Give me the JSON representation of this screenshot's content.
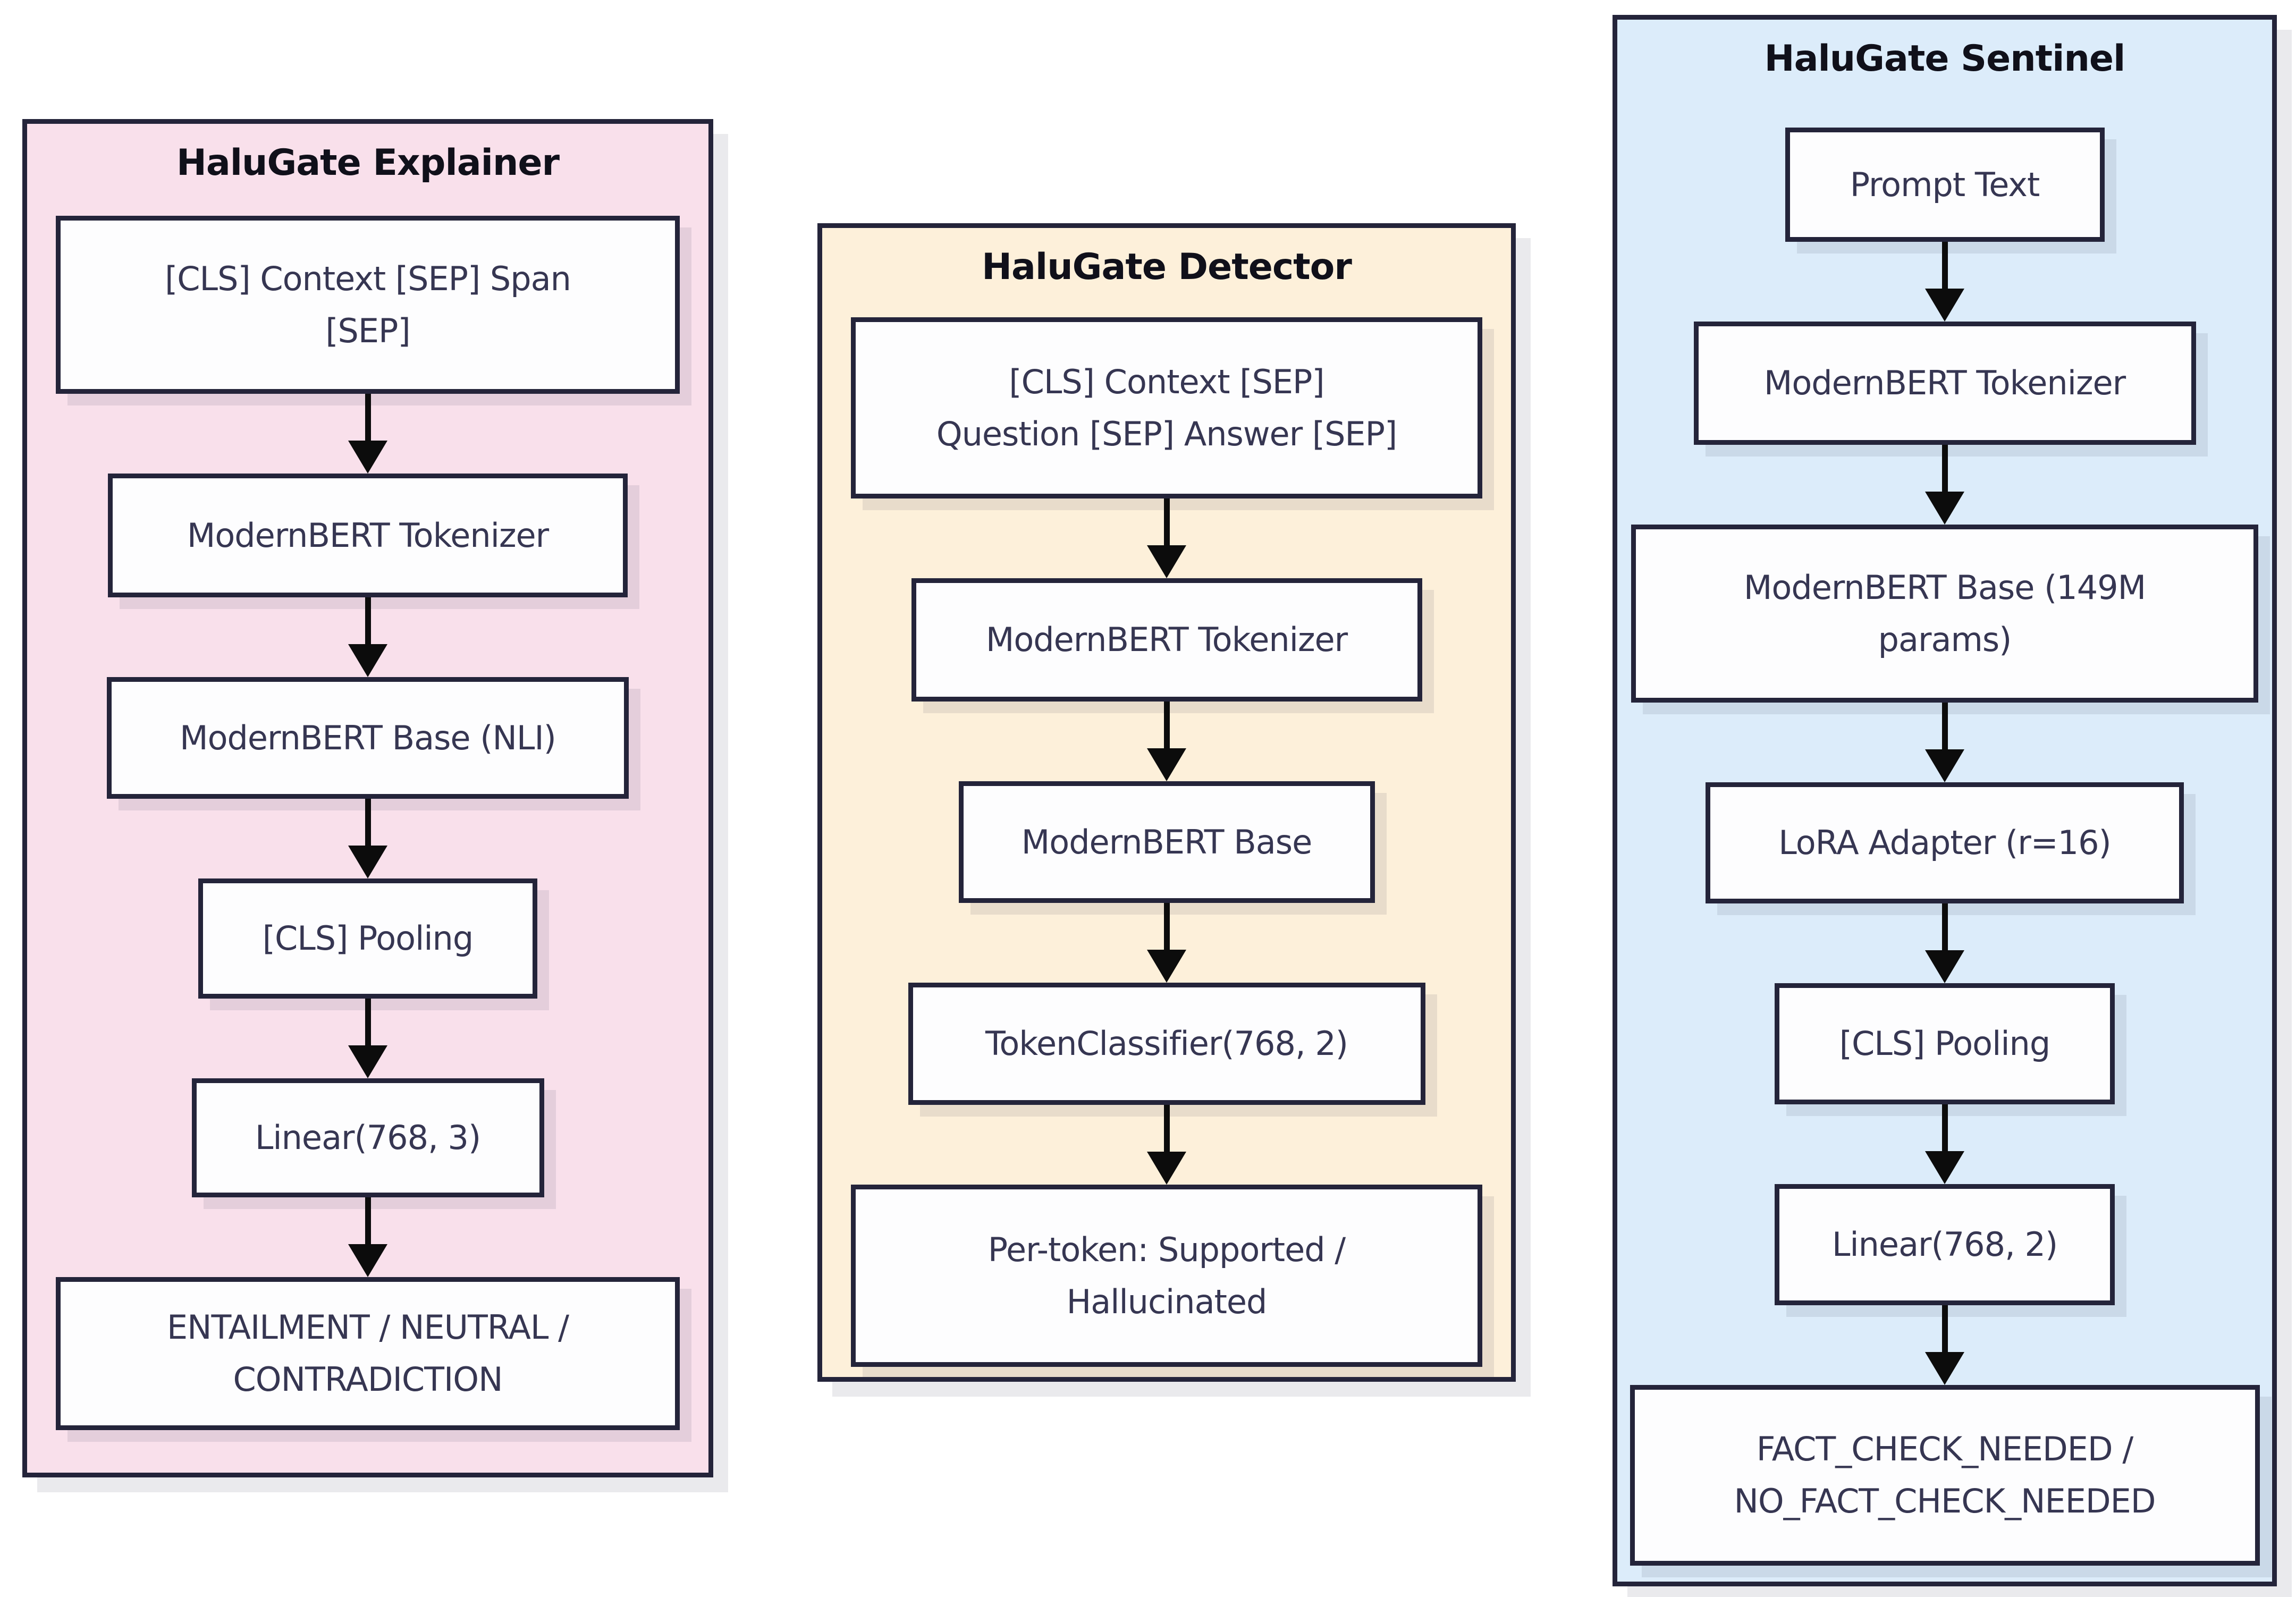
{
  "colors": {
    "page_bg": "#ffffff",
    "border": "#24243a",
    "node_bg": "#fdfdfe",
    "text": "#363652",
    "arrow": "#0c0c0c",
    "panel_explainer_bg": "#f9e0eb",
    "panel_detector_bg": "#fdf0da",
    "panel_sentinel_bg": "#dcecfa"
  },
  "panels": [
    {
      "id": "explainer",
      "title": "HaluGate Explainer",
      "nodes": [
        {
          "lines": [
            "[CLS] Context [SEP] Span",
            "[SEP]"
          ]
        },
        {
          "lines": [
            "ModernBERT Tokenizer"
          ]
        },
        {
          "lines": [
            "ModernBERT Base (NLI)"
          ]
        },
        {
          "lines": [
            "[CLS] Pooling"
          ]
        },
        {
          "lines": [
            "Linear(768, 3)"
          ]
        },
        {
          "lines": [
            "ENTAILMENT / NEUTRAL /",
            "CONTRADICTION"
          ]
        }
      ]
    },
    {
      "id": "detector",
      "title": "HaluGate Detector",
      "nodes": [
        {
          "lines": [
            "[CLS] Context [SEP]",
            "Question [SEP] Answer [SEP]"
          ]
        },
        {
          "lines": [
            "ModernBERT Tokenizer"
          ]
        },
        {
          "lines": [
            "ModernBERT Base"
          ]
        },
        {
          "lines": [
            "TokenClassifier(768, 2)"
          ]
        },
        {
          "lines": [
            "Per-token: Supported /",
            "Hallucinated"
          ]
        }
      ]
    },
    {
      "id": "sentinel",
      "title": "HaluGate Sentinel",
      "nodes": [
        {
          "lines": [
            "Prompt Text"
          ]
        },
        {
          "lines": [
            "ModernBERT Tokenizer"
          ]
        },
        {
          "lines": [
            "ModernBERT Base (149M",
            "params)"
          ]
        },
        {
          "lines": [
            "LoRA Adapter (r=16)"
          ]
        },
        {
          "lines": [
            "[CLS] Pooling"
          ]
        },
        {
          "lines": [
            "Linear(768, 2)"
          ]
        },
        {
          "lines": [
            "FACT_CHECK_NEEDED /",
            "NO_FACT_CHECK_NEEDED"
          ]
        }
      ]
    }
  ]
}
